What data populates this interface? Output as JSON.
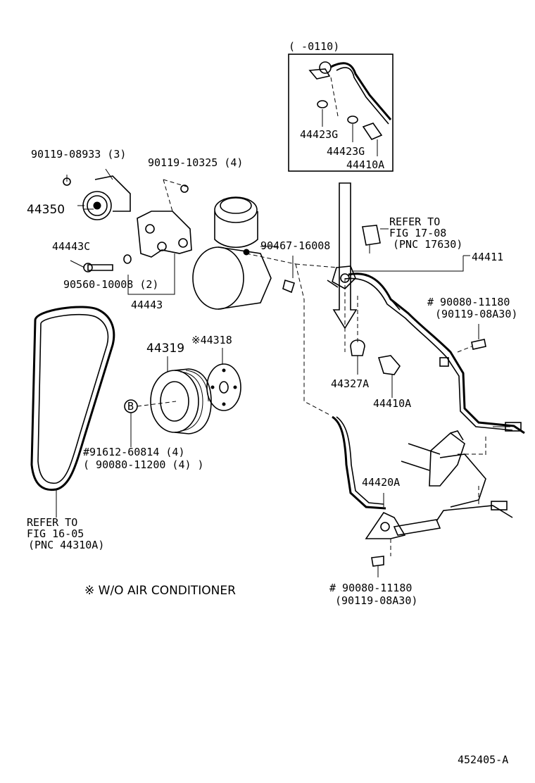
{
  "diagram": {
    "inset_label": "(       -0110)",
    "inset_parts": {
      "p44423g_1": "44423G",
      "p44423g_2": "44423G",
      "p44410a": "44410A"
    },
    "labels": {
      "p90119_08933": "90119-08933 (3)",
      "p90119_10325": "90119-10325 (4)",
      "p44350": "44350",
      "p44443c": "44443C",
      "p90560_10008": "90560-10008 (2)",
      "p44443": "44443",
      "p90467_16008": "90467-16008",
      "refer_17_1": "REFER TO",
      "refer_17_2": "FIG 17-08",
      "refer_17_3": "(PNC 17630)",
      "p44411": "44411",
      "p90080_11180_a": "# 90080-11180",
      "p90119_08a30_a": "(90119-08A30)",
      "p44319": "44319",
      "p44318": "※44318",
      "b_circle": "B",
      "p91612": "#91612-60814 (4)",
      "p90080_11200": "( 90080-11200 (4) )",
      "p44327a": "44327A",
      "p44410a_2": "44410A",
      "p44420a": "44420A",
      "refer_16_1": "REFER TO",
      "refer_16_2": "FIG 16-05",
      "refer_16_3": "(PNC 44310A)",
      "p90080_11180_b": "# 90080-11180",
      "p90119_08a30_b": "(90119-08A30)",
      "note": "※ W/O AIR CONDITIONER",
      "figure_id": "452405-A"
    }
  }
}
